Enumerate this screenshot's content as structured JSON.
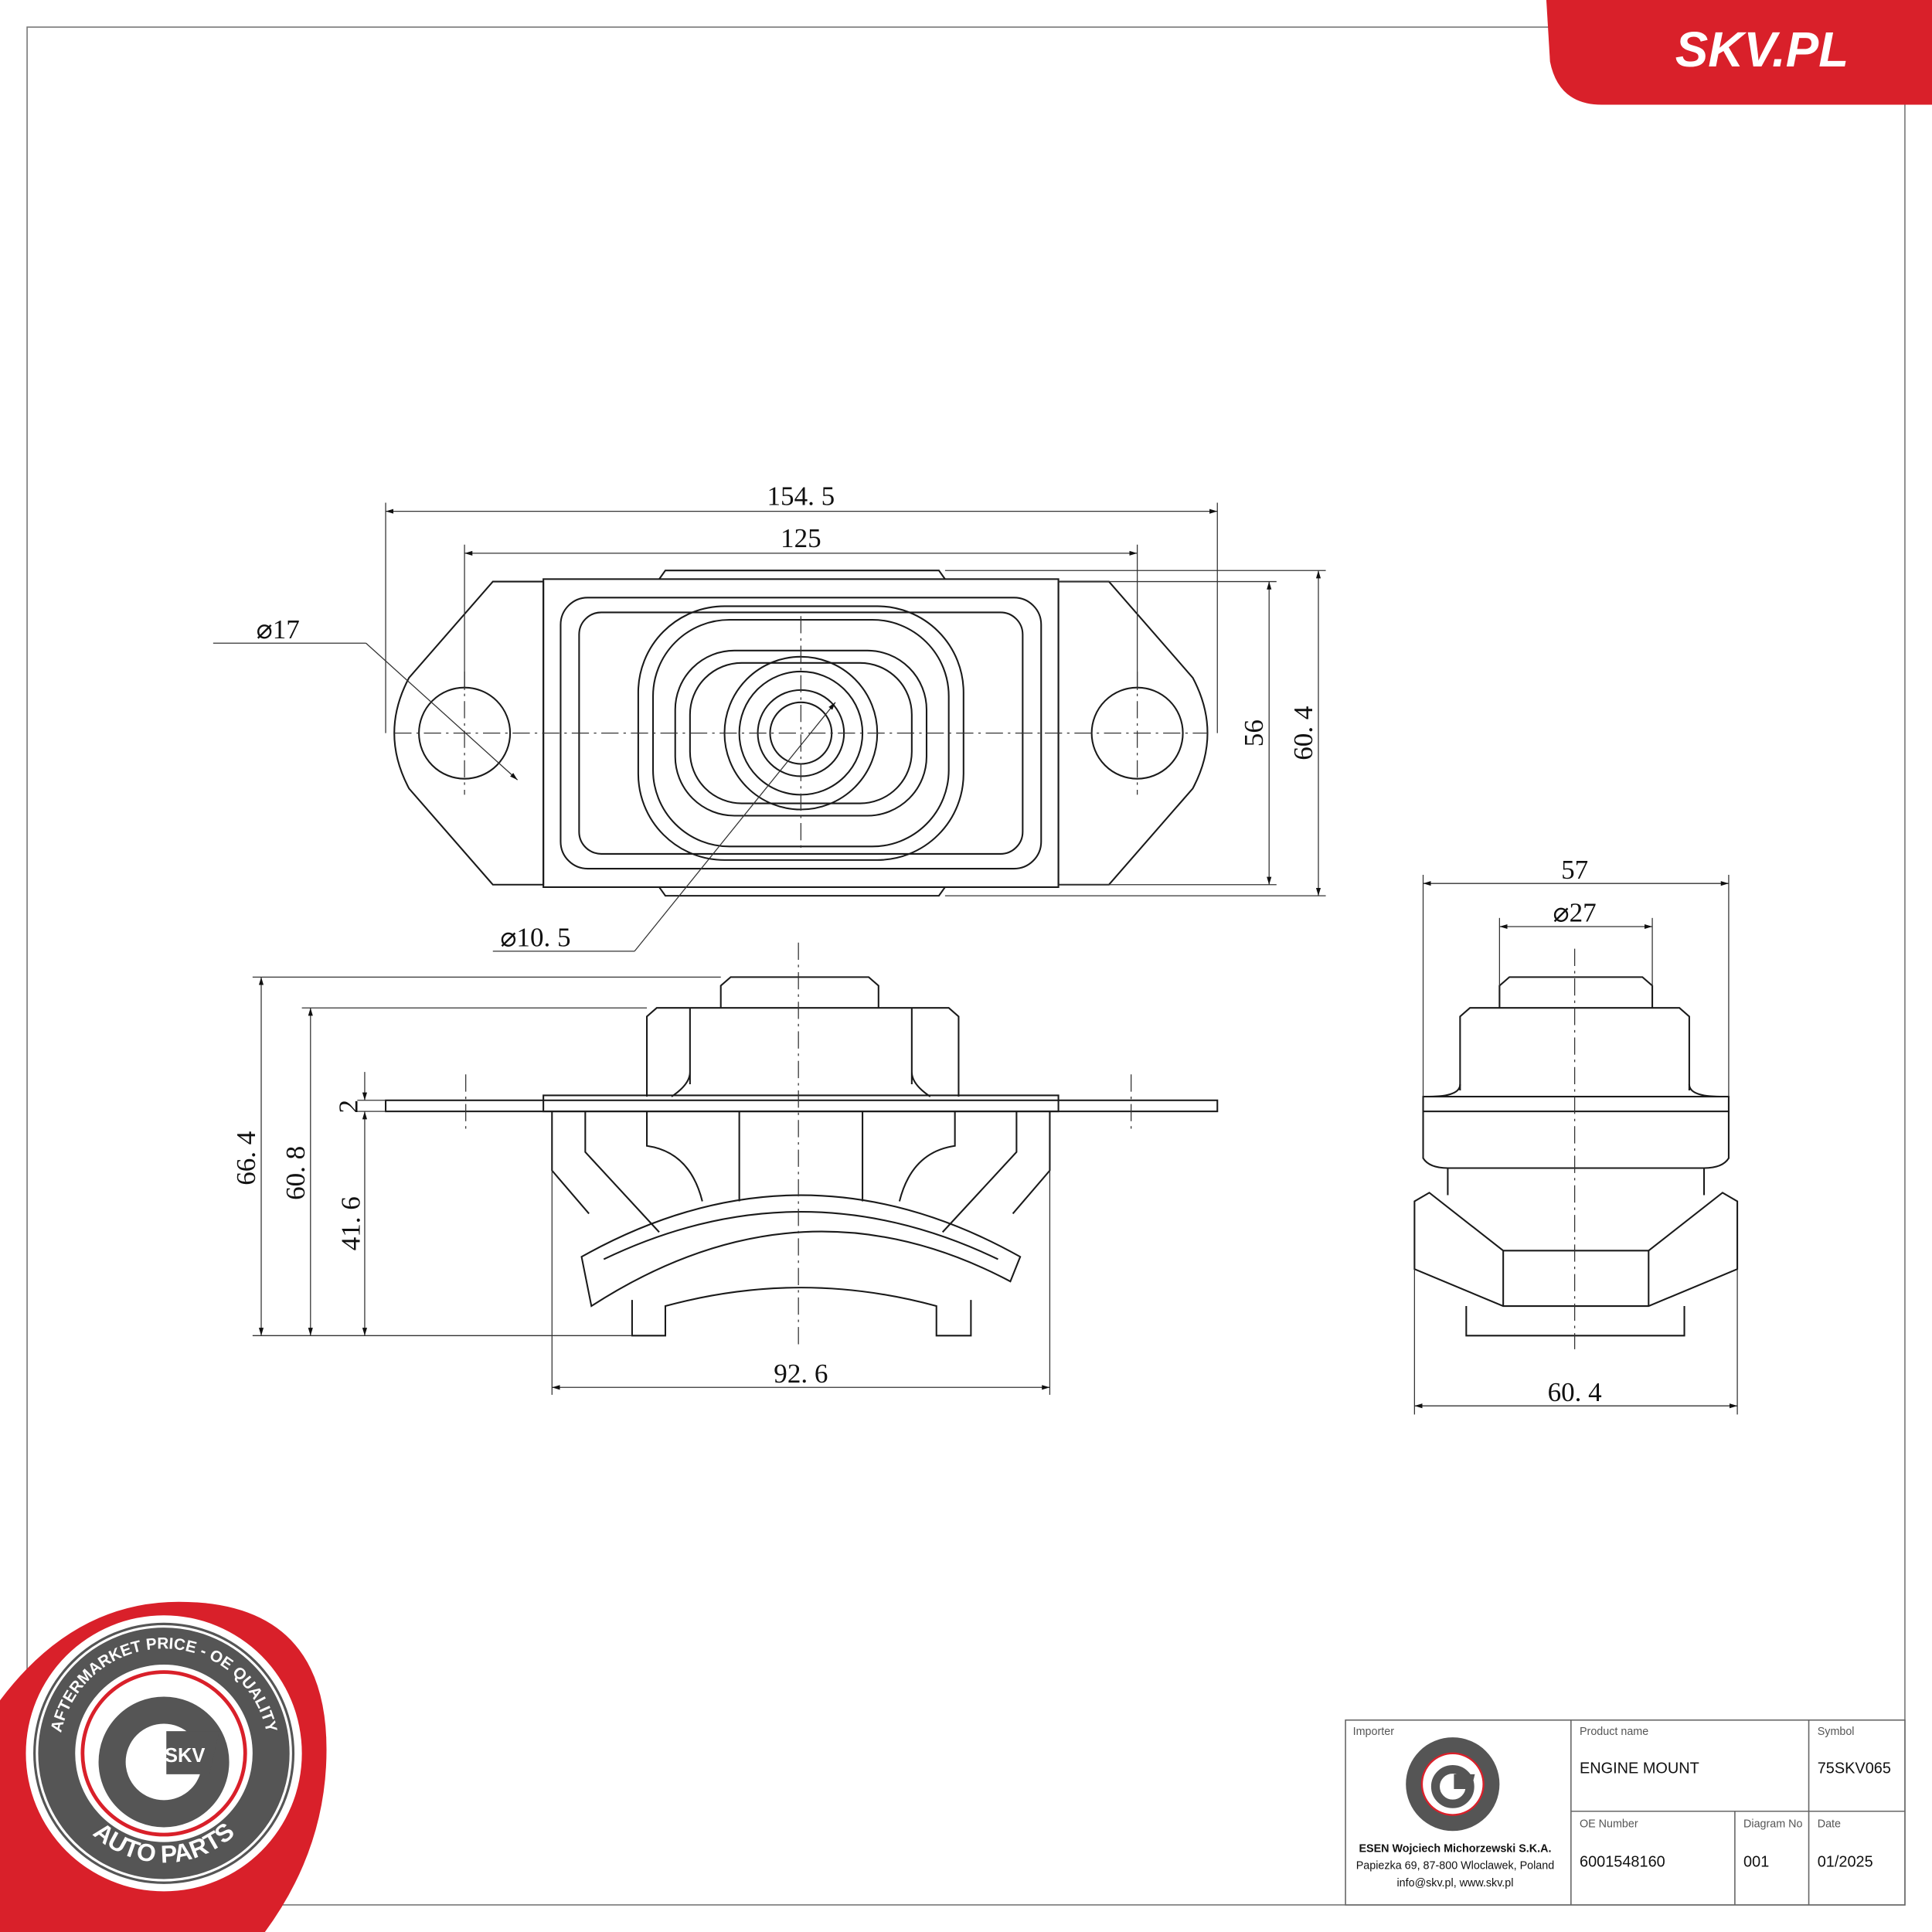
{
  "brand": {
    "site": "SKV.PL",
    "color": "#d9202a"
  },
  "seal": {
    "top_text": "AFTERMARKET PRICE - OE QUALITY",
    "bottom_text": "AUTO PARTS",
    "center_text": "SKV",
    "ring_color": "#555555",
    "accent": "#d9202a"
  },
  "dimensions": {
    "top_view": {
      "overall_length": "154. 5",
      "hole_spacing": "125",
      "hole_dia": "⌀17",
      "center_hole_dia": "⌀10. 5",
      "width_inner": "56",
      "width_outer": "60. 4"
    },
    "front_view": {
      "total_height": "66. 4",
      "body_height": "60. 8",
      "plate_thickness": "2",
      "lower_height": "41. 6",
      "base_width": "92. 6"
    },
    "side_view": {
      "top_width": "57",
      "stud_dia": "⌀27",
      "base_width": "60. 4"
    }
  },
  "title_block": {
    "importer_label": "Importer",
    "importer_name": "ESEN Wojciech Michorzewski S.K.A.",
    "importer_address": "Papiezka 69, 87-800 Wloclawek, Poland",
    "importer_contact": "info@skv.pl, www.skv.pl",
    "product_name_label": "Product name",
    "product_name": "ENGINE MOUNT",
    "symbol_label": "Symbol",
    "symbol": "75SKV065",
    "oe_number_label": "OE Number",
    "oe_number": "6001548160",
    "diagram_no_label": "Diagram No",
    "diagram_no": "001",
    "date_label": "Date",
    "date": "01/2025"
  }
}
